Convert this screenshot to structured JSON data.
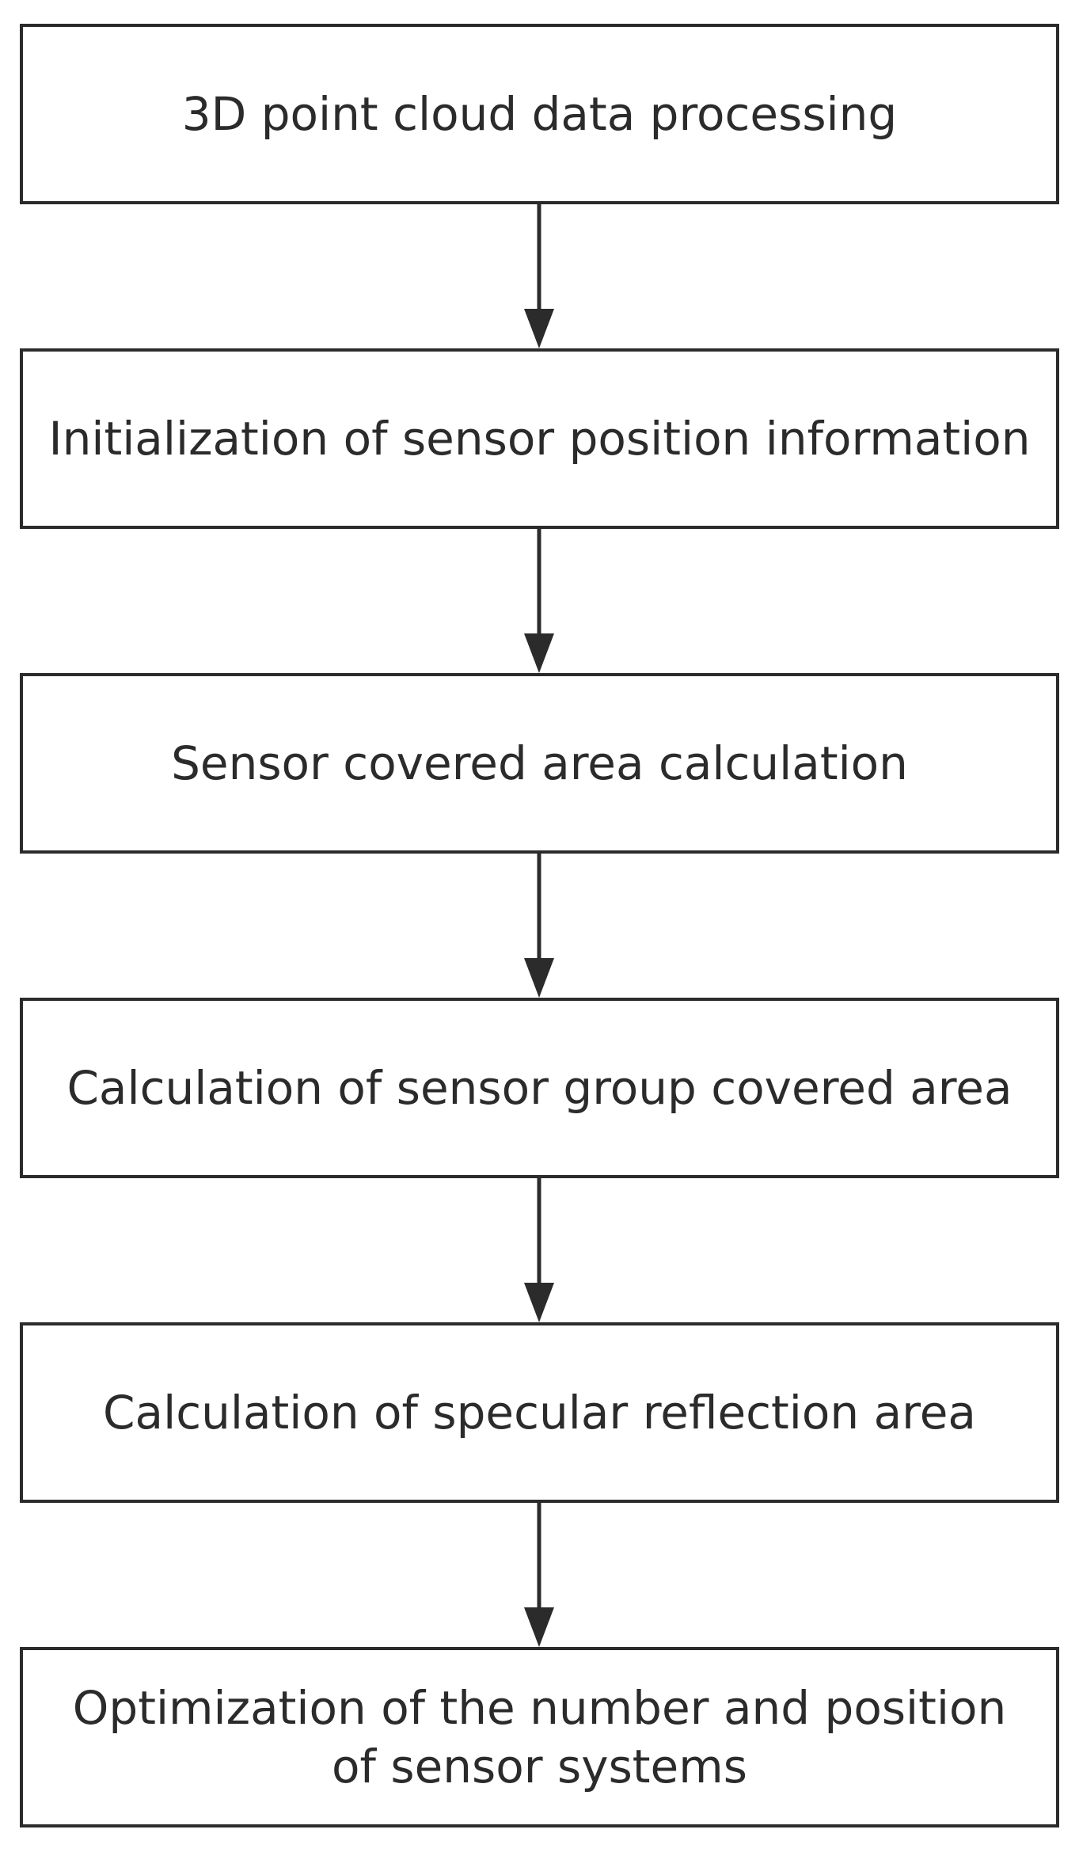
{
  "steps": [
    {
      "label": "3D point cloud data processing"
    },
    {
      "label": "Initialization of sensor position information"
    },
    {
      "label": "Sensor covered area calculation"
    },
    {
      "label": "Calculation of sensor group covered area"
    },
    {
      "label": "Calculation of specular reflection area"
    },
    {
      "label": "Optimization of the number and position\nof sensor systems"
    }
  ],
  "colors": {
    "stroke": "#2b2b2b",
    "text": "#2b2b2b",
    "background": "#ffffff"
  }
}
